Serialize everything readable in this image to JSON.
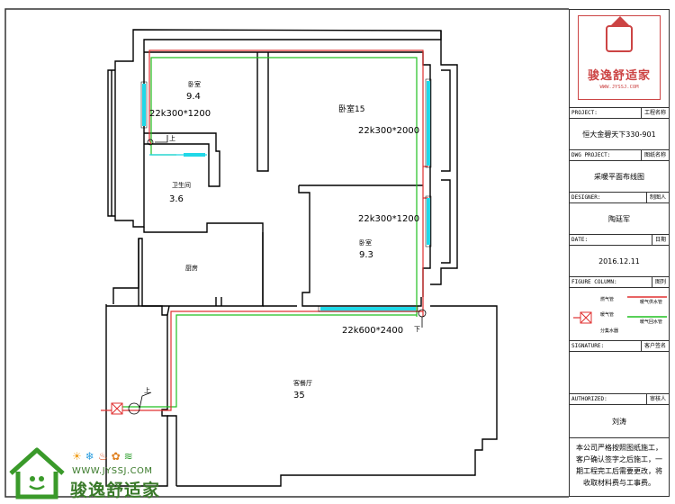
{
  "rooms": [
    {
      "name": "卧室",
      "area": "9.4"
    },
    {
      "name": "卧室15",
      "area": ""
    },
    {
      "name": "卫生间",
      "area": "3.6"
    },
    {
      "name": "卧室",
      "area": "9.3"
    },
    {
      "name": "厨房",
      "area": ""
    },
    {
      "name": "客餐厅",
      "area": "35"
    }
  ],
  "radiators": [
    {
      "label": "22k300*1200"
    },
    {
      "label": "22k300*2000"
    },
    {
      "label": "22k300*1200"
    },
    {
      "label": "22k600*2400"
    }
  ],
  "riser_labels": {
    "up_1": "上",
    "up_2": "上",
    "down_1": "下"
  },
  "colors": {
    "supply": "#e03030",
    "return": "#20c020",
    "radiator": "#20d8e8",
    "wall": "#000000",
    "logo": "#c44444",
    "brand": "#3a7a2a"
  },
  "titleblock": {
    "logo_name": "骏逸舒适家",
    "logo_url": "WWW.JYSSJ.COM",
    "project_en": "PROJECT:",
    "project_cn": "工程名称",
    "project_value": "恒大金碧天下330-901",
    "dwg_en": "DWG PROJECT:",
    "dwg_cn": "图纸名称",
    "dwg_value": "采暖平面布线图",
    "designer_en": "DESIGNER:",
    "designer_cn": "制图人",
    "designer_value": "陶廷军",
    "date_en": "DATE:",
    "date_cn": "日期",
    "date_value": "2016.12.11",
    "figure_en": "FIGURE COLUMN:",
    "figure_cn": "图列",
    "legend_supply": "燃气管",
    "legend_return": "暖气管",
    "legend_supply2": "暖气供水管",
    "legend_return2": "暖气回水管",
    "legend_manifold": "分集水器",
    "signature_en": "SIGNATURE:",
    "signature_cn": "客户签名",
    "authorized_en": "AUTHORIZED:",
    "authorized_cn": "审核人",
    "authorized_value": "刘涛",
    "note": "本公司严格按照图纸施工，客户确认签字之后施工，一期工程完工后需要更改，将收取材料费与工事费。"
  },
  "brand": {
    "url": "WWW.JYSSJ.COM",
    "name": "骏逸舒适家"
  }
}
